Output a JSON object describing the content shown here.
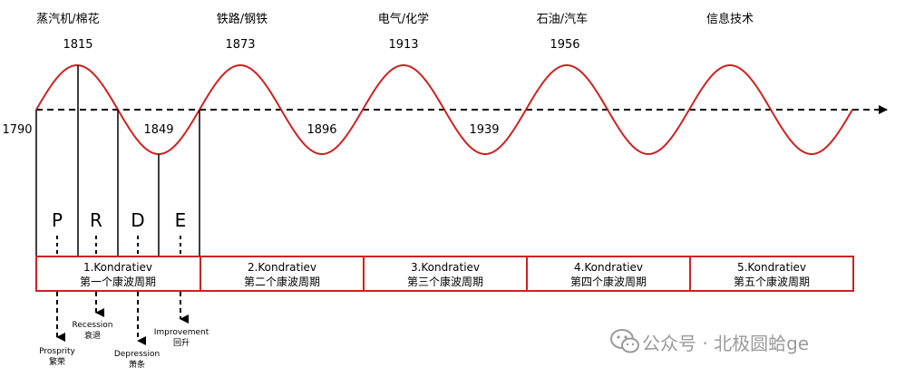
{
  "eras": [
    {
      "industry": "蒸汽机/棉花",
      "peak_year": "1815"
    },
    {
      "industry": "铁路/钢铁",
      "peak_year": "1873"
    },
    {
      "industry": "电气/化学",
      "peak_year": "1913"
    },
    {
      "industry": "石油/汽车",
      "peak_year": "1956"
    },
    {
      "industry": "信息技术",
      "peak_year": ""
    }
  ],
  "start_year": "1790",
  "trough_years": [
    "1849",
    "1896",
    "1939"
  ],
  "phases": [
    "P",
    "R",
    "D",
    "E"
  ],
  "cycles": [
    {
      "title": "1.Kondratiev",
      "subtitle": "第一个康波周期"
    },
    {
      "title": "2.Kondratiev",
      "subtitle": "第二个康波周期"
    },
    {
      "title": "3.Kondratiev",
      "subtitle": "第三个康波周期"
    },
    {
      "title": "4.Kondratiev",
      "subtitle": "第四个康波周期"
    },
    {
      "title": "5.Kondratiev",
      "subtitle": "第五个康波周期"
    }
  ],
  "phase_labels": [
    {
      "en": "Prosprity",
      "zh": "繁荣"
    },
    {
      "en": "Recession",
      "zh": "衰退"
    },
    {
      "en": "Depression",
      "zh": "萧条"
    },
    {
      "en": "Improvement",
      "zh": "回升"
    }
  ],
  "watermark": "公众号 · 北极圆蛤ge",
  "colors": {
    "wave": "#cc2222",
    "box": "#cc2222",
    "line": "#000000"
  }
}
